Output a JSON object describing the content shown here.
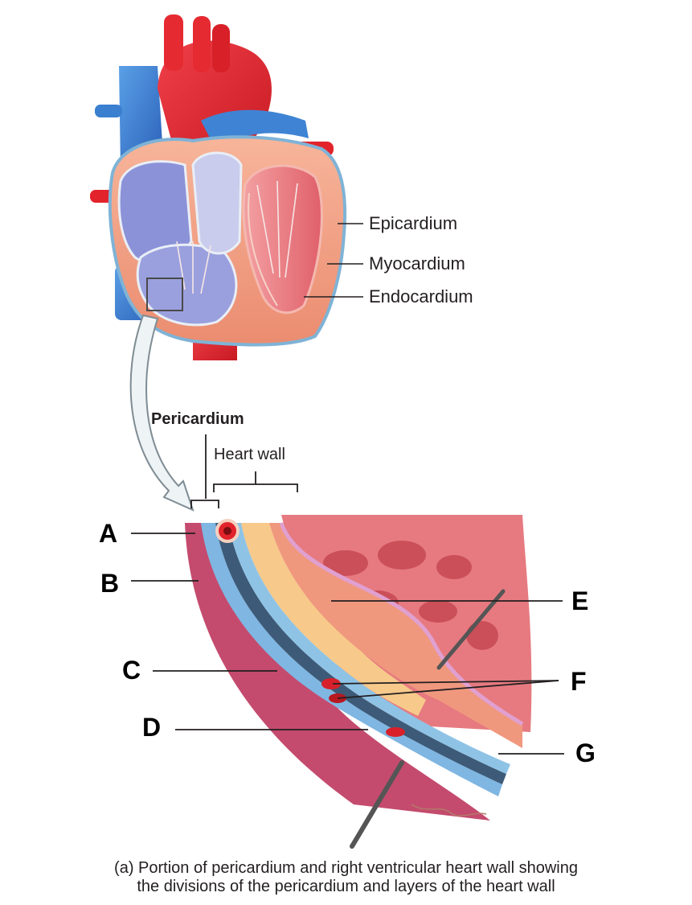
{
  "top_labels": {
    "epicardium": "Epicardium",
    "myocardium": "Myocardium",
    "endocardium": "Endocardium"
  },
  "pericardium_label": "Pericardium",
  "heart_wall_label": "Heart wall",
  "letters": [
    "A",
    "B",
    "C",
    "D",
    "E",
    "F",
    "G"
  ],
  "caption": {
    "line1": "(a) Portion of pericardium and right ventricular heart wall showing",
    "line2": "the divisions of the pericardium and layers of the heart wall"
  },
  "colors": {
    "artery_red": "#e2232b",
    "vein_blue": "#3a7fd0",
    "myocardium": "#f2a285",
    "fat_yellow": "#f7c98a",
    "pericardium_pink": "#c8506e",
    "serous_blue": "#8fc3e6",
    "chamber_blue": "#8a8fd8",
    "arrow_fill": "#eef3f5"
  }
}
